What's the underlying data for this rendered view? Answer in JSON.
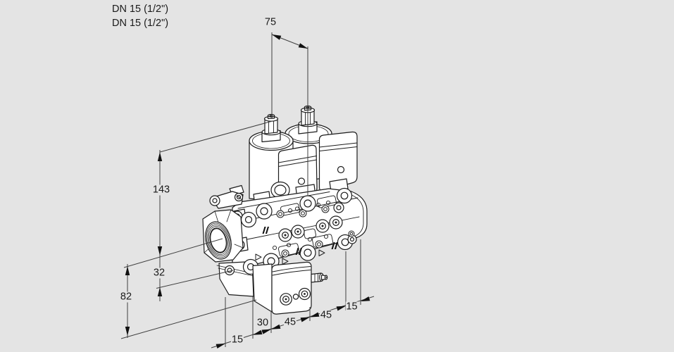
{
  "drawing": {
    "type_labels": {
      "line1": "DN 15 (1/2\")",
      "line2": "DN 15 (1/2\")"
    },
    "dimensions_mm": {
      "solenoid_spacing": "75",
      "overall_height": "143",
      "axis_to_flange_base": "32",
      "axis_to_bottom": "82",
      "bottom_chain": [
        "15",
        "30",
        "45",
        "45",
        "15"
      ]
    },
    "colors": {
      "background": "#e4e4e4",
      "outline": "#1c1c1c",
      "dimension_line": "#3f3f3f",
      "arrow": "#111111",
      "text": "#1a1a1a",
      "fill": "#ffffff"
    }
  }
}
